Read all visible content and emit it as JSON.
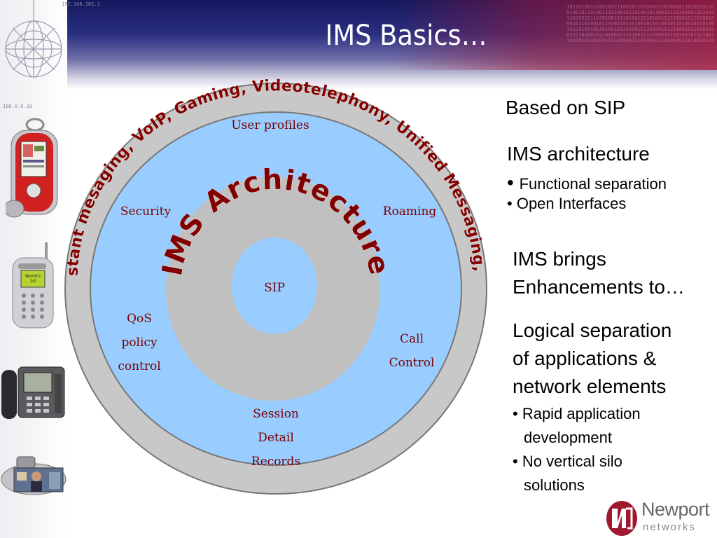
{
  "slide": {
    "title": "IMS Basics…",
    "ip_top": "192.168.182.1",
    "ip_left": "100.0.0.10"
  },
  "diagram": {
    "outer_ring_text": "Instant mesaging, VoIP, Gaming, Videotelephony, Unified Messaging, …",
    "inner_ring_text": "IMS Architecture",
    "center_label": "SIP",
    "capabilities": {
      "user_profiles": "User profiles",
      "security": "Security",
      "roaming": "Roaming",
      "qos": [
        "QoS",
        "policy",
        "control"
      ],
      "call_control": [
        "Call",
        "Control"
      ],
      "sdr": [
        "Session",
        "Detail",
        "Records"
      ]
    }
  },
  "right_panel": {
    "based_on": "Based on SIP",
    "architecture_heading": "IMS architecture",
    "architecture_bullets": [
      "Functional separation",
      "Open Interfaces"
    ],
    "brings_heading": [
      "IMS brings",
      "Enhancements to…"
    ],
    "separation_heading": [
      "Logical separation",
      "of applications &",
      "network elements"
    ],
    "separation_bullets": [
      [
        "Rapid application",
        "development"
      ],
      [
        "No vertical silo",
        "solutions"
      ]
    ]
  },
  "logo": {
    "line1": "Newport",
    "line2": "networks"
  },
  "colors": {
    "header_blue": "#1a1f6a",
    "outer_ring": "#c8c8c8",
    "light_blue_fill": "#99ccff",
    "inner_ring": "#c0c0c0",
    "label_red": "#7a0000",
    "arc_text": "#800000",
    "logo_red": "#a01830"
  },
  "decor_icons": [
    "wireframe-globe-icon",
    "pda-phone-icon",
    "mobile-phone-icon",
    "desk-phone-icon",
    "video-phone-icon"
  ]
}
